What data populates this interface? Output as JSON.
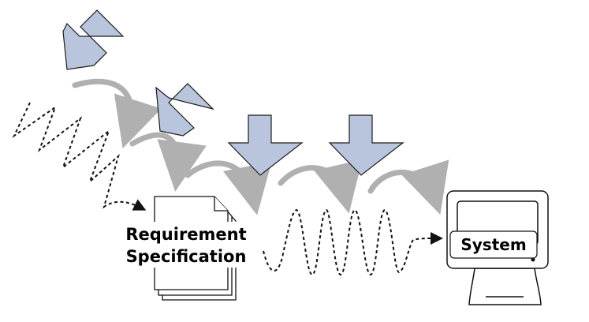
{
  "document": {
    "label_line1": "Requirement",
    "label_line2": "Specification"
  },
  "system": {
    "label": "System"
  },
  "colors": {
    "input_arrow_fill": "#b9c5dc",
    "flow_arrow": "#b0b0b0",
    "outline": "#1a1a1a"
  },
  "icons": {
    "input": "block-arrow-icon",
    "document": "document-stack-icon",
    "system": "computer-monitor-icon"
  }
}
